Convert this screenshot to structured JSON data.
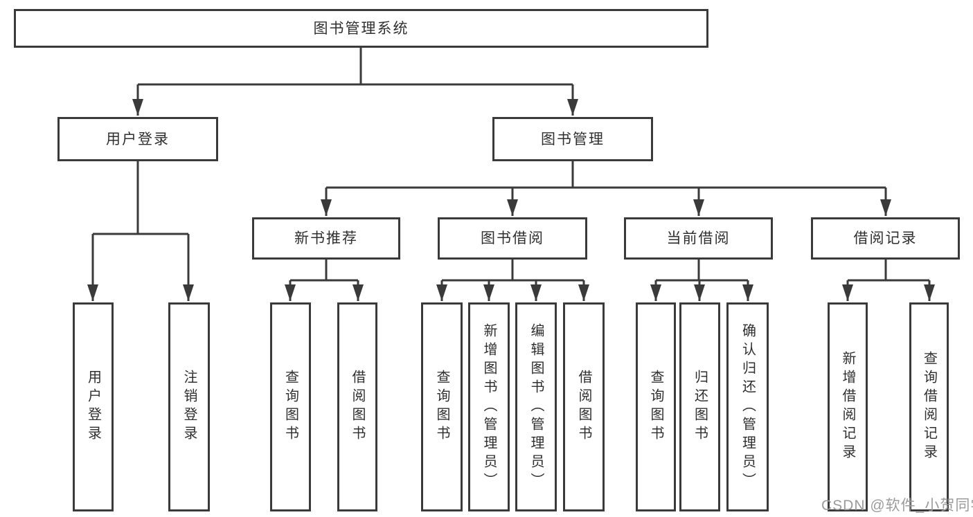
{
  "tree": {
    "root": {
      "label": "图书管理系统"
    },
    "branches": [
      {
        "label": "用户登录",
        "leaves": [
          {
            "label": "用户登录"
          },
          {
            "label": "注销登录"
          }
        ]
      },
      {
        "label": "图书管理",
        "groups": [
          {
            "label": "新书推荐",
            "leaves": [
              {
                "label": "查询图书"
              },
              {
                "label": "借阅图书"
              }
            ]
          },
          {
            "label": "图书借阅",
            "leaves": [
              {
                "label": "查询图书"
              },
              {
                "label": "新增图书（管理员）"
              },
              {
                "label": "编辑图书（管理员）"
              },
              {
                "label": "借阅图书"
              }
            ]
          },
          {
            "label": "当前借阅",
            "leaves": [
              {
                "label": "查询图书"
              },
              {
                "label": "归还图书"
              },
              {
                "label": "确认归还（管理员）"
              }
            ]
          },
          {
            "label": "借阅记录",
            "leaves": [
              {
                "label": "新增借阅记录"
              },
              {
                "label": "查询借阅记录"
              }
            ]
          }
        ]
      }
    ]
  },
  "watermark": {
    "text": "CSDN @软件_小贺同学"
  },
  "colors": {
    "line": "#3a3a3a",
    "text": "#2f2f2f",
    "background": "#ffffff",
    "watermark": "#9b9b9b"
  }
}
